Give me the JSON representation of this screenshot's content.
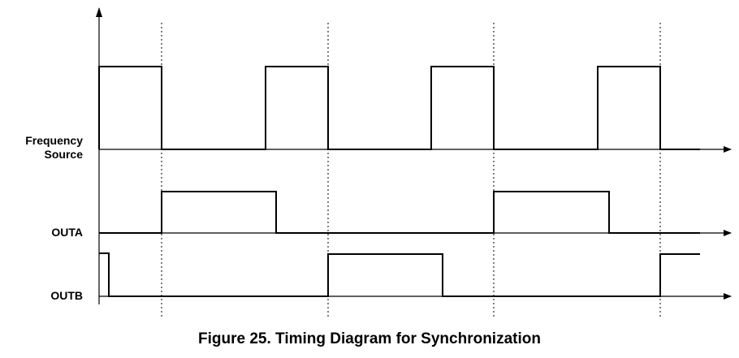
{
  "figure": {
    "caption": "Figure 25.  Timing Diagram for Synchronization"
  },
  "signals": [
    {
      "id": "freq",
      "label_line1": "Frequency",
      "label_line2": "Source"
    },
    {
      "id": "outa",
      "label": "OUTA"
    },
    {
      "id": "outb",
      "label": "OUTB"
    }
  ],
  "colors": {
    "line": "#000000",
    "background": "#ffffff"
  }
}
